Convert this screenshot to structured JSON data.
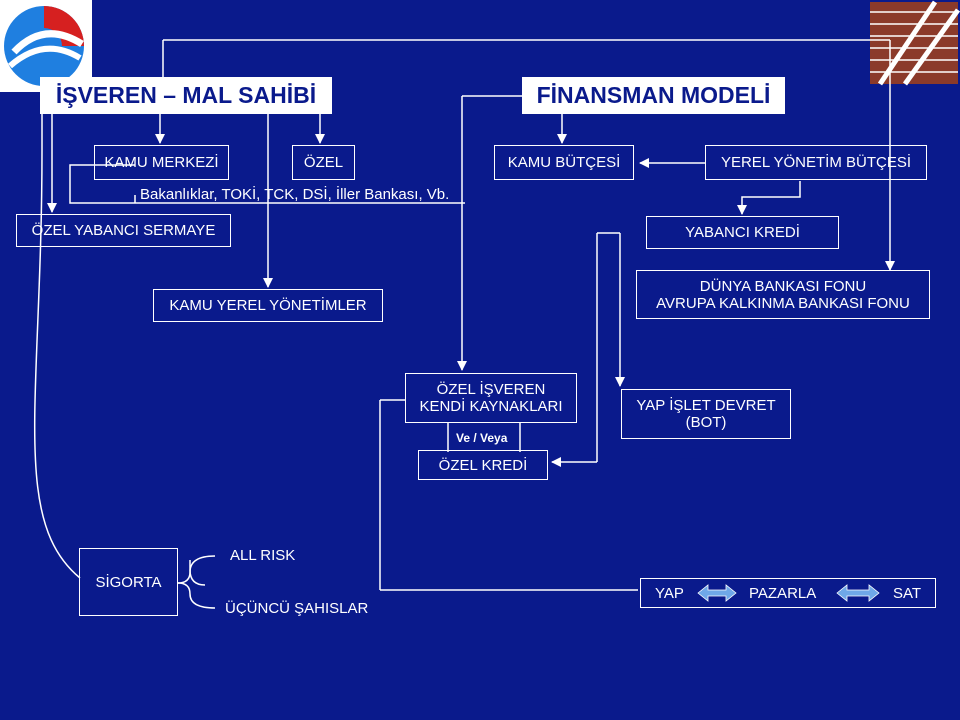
{
  "title_left": "İŞVEREN – MAL SAHİBİ",
  "title_right": "FİNANSMAN MODELİ",
  "nodes": {
    "kamu_merkezi": "KAMU MERKEZİ",
    "ozel": "ÖZEL",
    "kamu_butcesi": "KAMU BÜTÇESİ",
    "yerel_yonetim_butcesi": "YEREL YÖNETİM BÜTÇESİ",
    "bakanliklar_note": "Bakanlıklar, TOKİ, TCK, DSİ, İller Bankası, Vb.",
    "ozel_yabanci_sermaye": "ÖZEL YABANCI SERMAYE",
    "yabanci_kredi": "YABANCI KREDİ",
    "kamu_yerel_yonetimler": "KAMU YEREL YÖNETİMLER",
    "dunya_bankasi_line1": "DÜNYA BANKASI FONU",
    "dunya_bankasi_line2": "AVRUPA KALKINMA BANKASI FONU",
    "ozel_isveren_line1": "ÖZEL İŞVEREN",
    "ozel_isveren_line2": "KENDİ KAYNAKLARI",
    "ve_veya": "Ve / Veya",
    "ozel_kredi": "ÖZEL KREDİ",
    "bot_line1": "YAP İŞLET DEVRET",
    "bot_line2": "(BOT)",
    "sigorta": "SİGORTA",
    "all_risk": "ALL RISK",
    "ucuncu_sahislar": "ÜÇÜNCÜ ŞAHISLAR",
    "yap": "YAP",
    "pazarla": "PAZARLA",
    "sat": "SAT"
  },
  "colors": {
    "background": "#0a1a8c",
    "line": "#ffffff",
    "arrow_fill": "#6fa8e8",
    "logo_blue": "#1f7fe0",
    "logo_red": "#d62020",
    "stripe_brown": "#8b3a2a"
  },
  "icons": {
    "logo": "company-logo-icon",
    "corner": "corner-stripes-icon"
  }
}
